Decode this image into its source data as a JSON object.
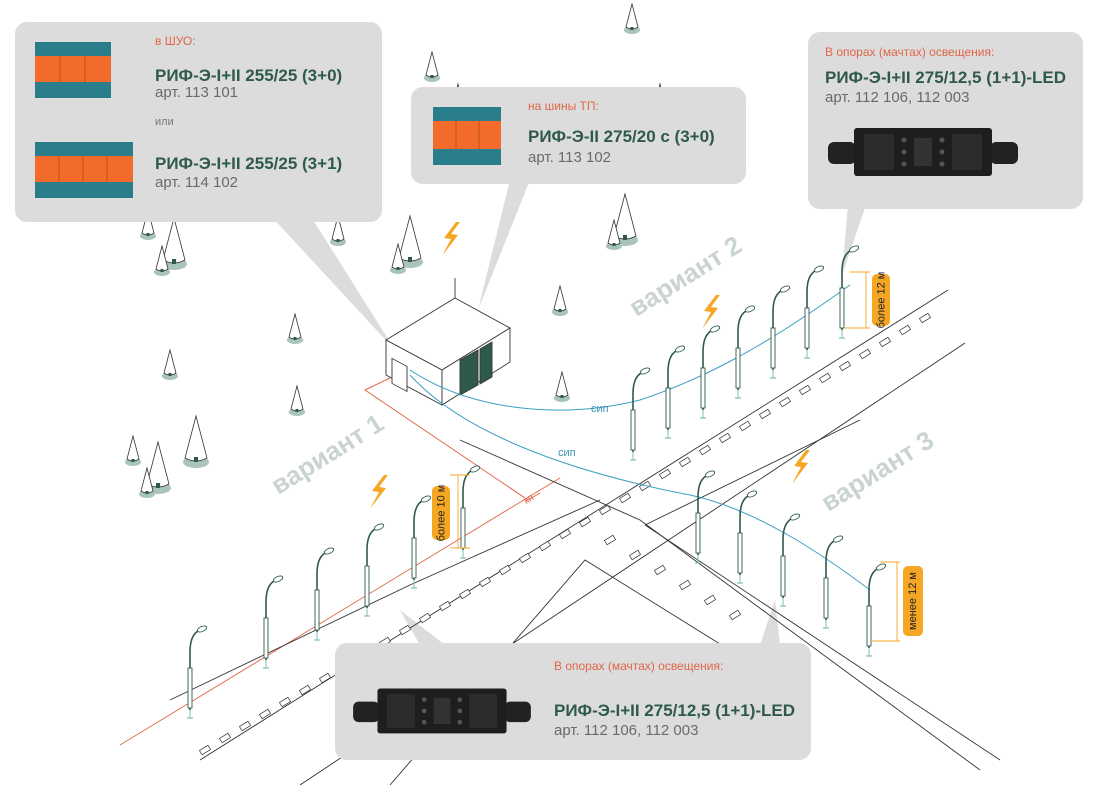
{
  "colors": {
    "callout_bg": "#dcdcdc",
    "category_text": "#e0664a",
    "product_name": "#2f5a4a",
    "article_text": "#6a6a6a",
    "lightning": "#f5a623",
    "cable_sip": "#3a9fc0",
    "cable_kp": "#e0664a",
    "variant_text": "#c9d3d1",
    "pole": "#2f5a4a"
  },
  "callouts": {
    "shuo": {
      "category": "в ШУО:",
      "items": [
        {
          "name": "РИФ-Э-I+II 255/25 (3+0)",
          "article": "арт. 113 101"
        },
        {
          "name": "РИФ-Э-I+II 255/25 (3+1)",
          "article": "арт. 114 102"
        }
      ],
      "separator": "или"
    },
    "tp": {
      "category": "на шины ТП:",
      "name": "РИФ-Э-II 275/20 с (3+0)",
      "article": "арт. 113 102"
    },
    "poles_top": {
      "category": "В опорах (мачтах) освещения:",
      "name": "РИФ-Э-I+II 275/12,5 (1+1)-LED",
      "article": "арт. 112 106, 112 003"
    },
    "poles_bottom": {
      "category": "В опорах (мачтах) освещения:",
      "name": "РИФ-Э-I+II 275/12,5 (1+1)-LED",
      "article": "арт. 112 106, 112 003"
    }
  },
  "variants": [
    "вариант 1",
    "вариант 2",
    "вариант 3"
  ],
  "height_labels": {
    "v1": "более 10 м",
    "v2": "более 12 м",
    "v3": "менее 12 м"
  },
  "cable_labels": {
    "sip_1": "сип",
    "sip_2": "сип",
    "kp": "кп"
  },
  "icons": {
    "lightning": "lightning-bolt-icon",
    "tree": "tree-icon",
    "pole": "street-lamp-icon",
    "substation": "transformer-substation-icon",
    "spd_module": "surge-protector-icon",
    "led_box": "led-surge-box-icon"
  }
}
